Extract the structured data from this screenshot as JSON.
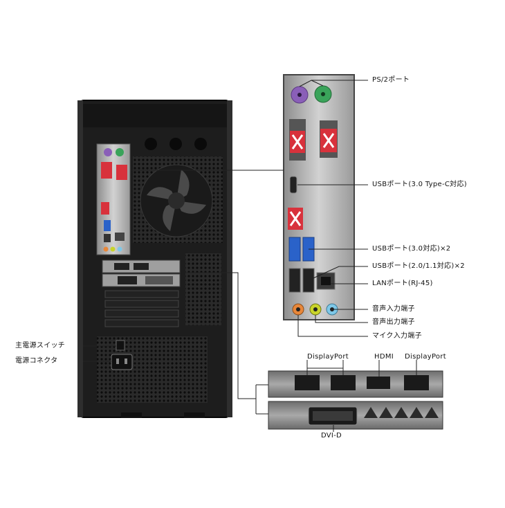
{
  "labels": {
    "ps2": "PS/2ポート",
    "usb_typec": "USBポート(3.0 Type-C対応)",
    "usb30": "USBポート(3.0対応)×2",
    "usb20": "USBポート(2.0/1.1対応)×2",
    "lan": "LANポート(RJ-45)",
    "audio_in": "音声入力端子",
    "audio_out": "音声出力端子",
    "mic_in": "マイク入力端子",
    "power_switch": "主電源スイッチ",
    "power_connector": "電源コネクタ",
    "displayport_a": "DisplayPort",
    "hdmi": "HDMI",
    "displayport_b": "DisplayPort",
    "dvi": "DVI-D"
  },
  "colors": {
    "ps2_keyboard": "#8a5fb8",
    "ps2_mouse": "#3aa35a",
    "usb3": "#2a62c9",
    "audio_in": "#7ec8e8",
    "audio_out": "#c9d42a",
    "mic": "#e8873a",
    "cover_red": "#d8323c"
  }
}
